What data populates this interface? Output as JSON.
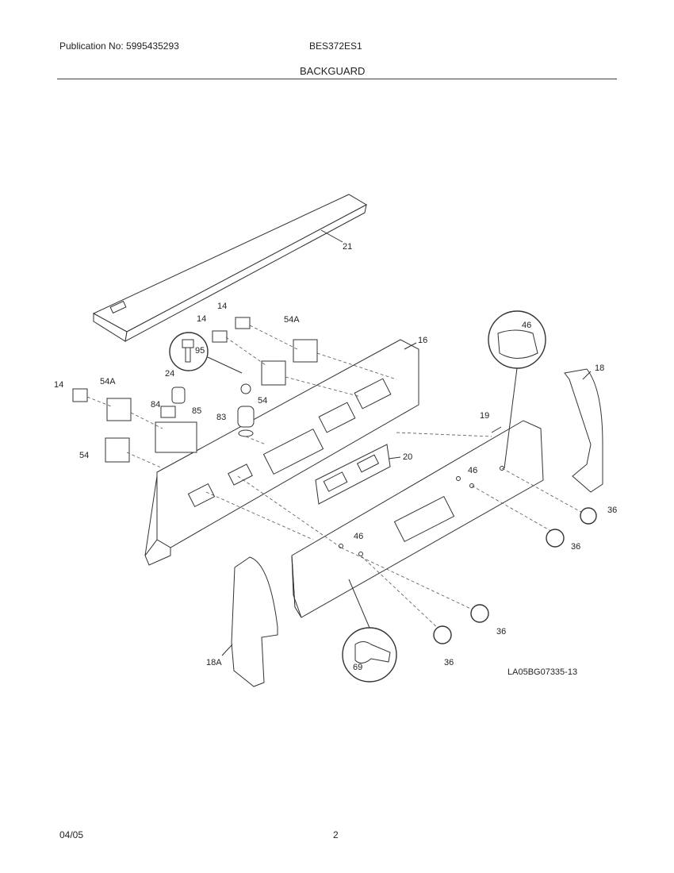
{
  "header": {
    "publication": "Publication No: 5995435293",
    "model": "BES372ES1",
    "section_title": "BACKGUARD"
  },
  "footer": {
    "date": "04/05",
    "page": "2"
  },
  "diagram": {
    "drawing_id": "LA05BG07335-13",
    "callouts": [
      "21",
      "14",
      "14",
      "54A",
      "16",
      "46",
      "18",
      "95",
      "24",
      "14",
      "54A",
      "84",
      "85",
      "54",
      "83",
      "19",
      "20",
      "54",
      "46",
      "36",
      "46",
      "36",
      "18A",
      "36",
      "69",
      "36"
    ]
  }
}
